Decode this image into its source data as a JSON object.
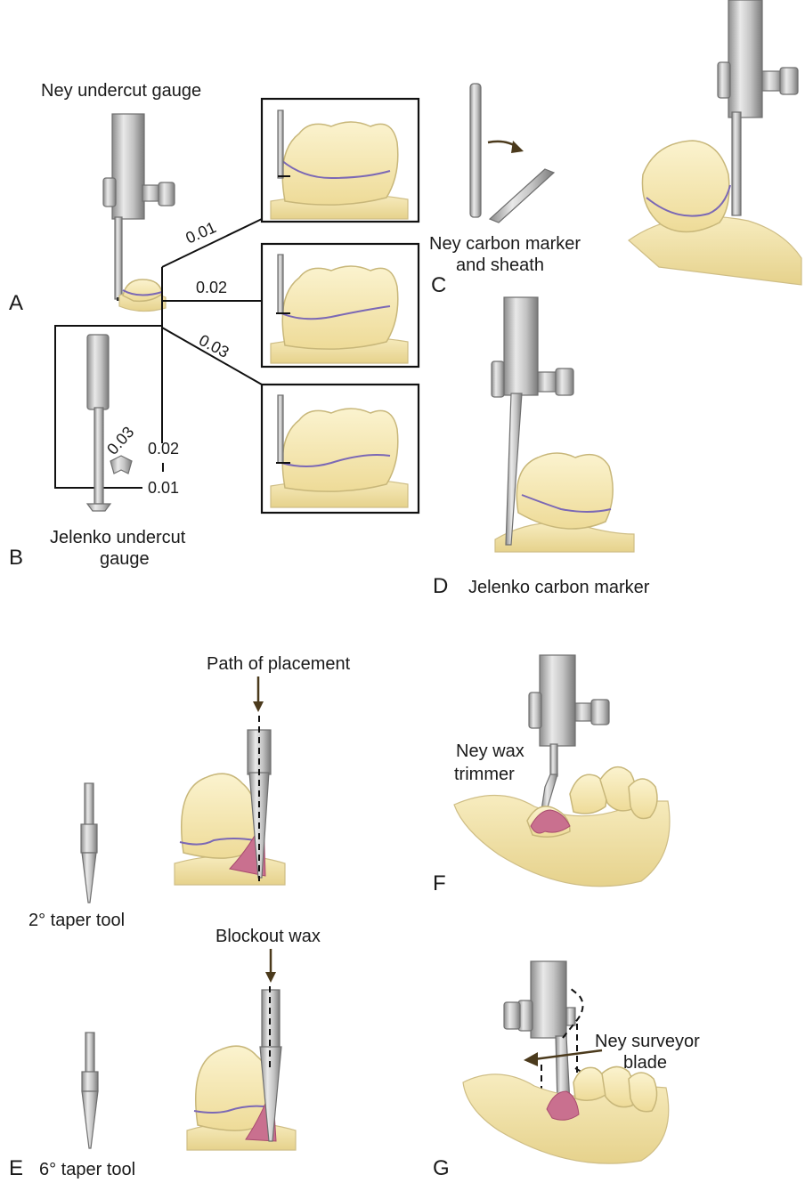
{
  "panels": {
    "A": {
      "letter": "A",
      "title": "Ney undercut gauge"
    },
    "B": {
      "letter": "B",
      "title": "Jelenko undercut gauge",
      "title_line1": "Jelenko undercut",
      "title_line2": "gauge"
    },
    "C": {
      "letter": "C",
      "title": "Ney carbon marker and sheath",
      "title_line1": "Ney carbon marker",
      "title_line2": "and sheath"
    },
    "D": {
      "letter": "D",
      "title": "Jelenko carbon marker"
    },
    "E": {
      "letter": "E",
      "tool_2": "2° taper tool",
      "tool_6": "6° taper tool",
      "path_label": "Path of placement",
      "wax_label": "Blockout wax"
    },
    "F": {
      "letter": "F",
      "title": "Ney wax trimmer",
      "title_line1": "Ney wax",
      "title_line2": "trimmer"
    },
    "G": {
      "letter": "G",
      "title": "Ney surveyor blade",
      "title_line1": "Ney surveyor",
      "title_line2": "blade"
    }
  },
  "gauge_values": {
    "inset_1": "0.01",
    "inset_2": "0.02",
    "inset_3": "0.03",
    "jelenko_003": "0.03",
    "jelenko_002": "0.02",
    "jelenko_001": "0.01"
  },
  "colors": {
    "tooth": "#f3e6ad",
    "survey_line": "#7b68b5",
    "blockout_wax": "#c9708f",
    "metal": "#b5b5b5",
    "arrow": "#4b3a1c"
  }
}
